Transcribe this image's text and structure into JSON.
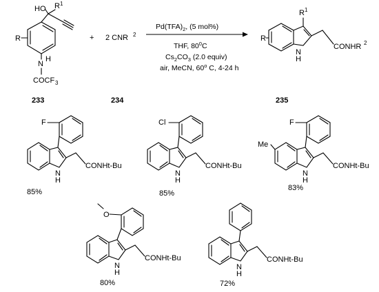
{
  "reaction": {
    "reactant1": {
      "label": "233",
      "atoms": {
        "oh": "HO",
        "r1": "R",
        "r1_sup": "1",
        "r": "R",
        "nh": "N",
        "h": "H",
        "acyl": "COCF",
        "acyl_sub": "3"
      }
    },
    "plus": "+",
    "reactant2": {
      "label": "234",
      "text": "2 CNR",
      "sup": "2"
    },
    "conditions": {
      "catalyst": "Pd(TFA)",
      "catalyst_sub": "2",
      "catalyst_rest": ", (5 mol%)",
      "solvent1": "THF, 80",
      "solvent1_sup": "0",
      "solvent1_rest": "C",
      "base": "Cs",
      "base_sub1": "2",
      "base_mid": "CO",
      "base_sub2": "3",
      "base_rest": " (2.0 equiv)",
      "line4": "air, MeCN, 60",
      "line4_sup": "o",
      "line4_rest": " C, 4-24 h"
    },
    "product": {
      "label": "235",
      "atoms": {
        "r1": "R",
        "r1_sup": "1",
        "r": "R",
        "nh": "N",
        "h": "H",
        "amide": "CONHR",
        "amide_sup": "2"
      }
    }
  },
  "examples": [
    {
      "substituent": "F",
      "amide": "CONHt-Bu",
      "nh": "N",
      "h": "H",
      "yield": "85%"
    },
    {
      "substituent": "Cl",
      "amide": "CONHt-Bu",
      "nh": "N",
      "h": "H",
      "yield": "85%"
    },
    {
      "substituent": "F",
      "ring_sub": "Me",
      "amide": "CONHt-Bu",
      "nh": "N",
      "h": "H",
      "yield": "83%"
    },
    {
      "substituent": "O",
      "amide": "CONHt-Bu",
      "nh": "N",
      "h": "H",
      "yield": "80%"
    },
    {
      "amide": "CONHt-Bu",
      "nh": "N",
      "h": "H",
      "yield": "72%"
    }
  ]
}
